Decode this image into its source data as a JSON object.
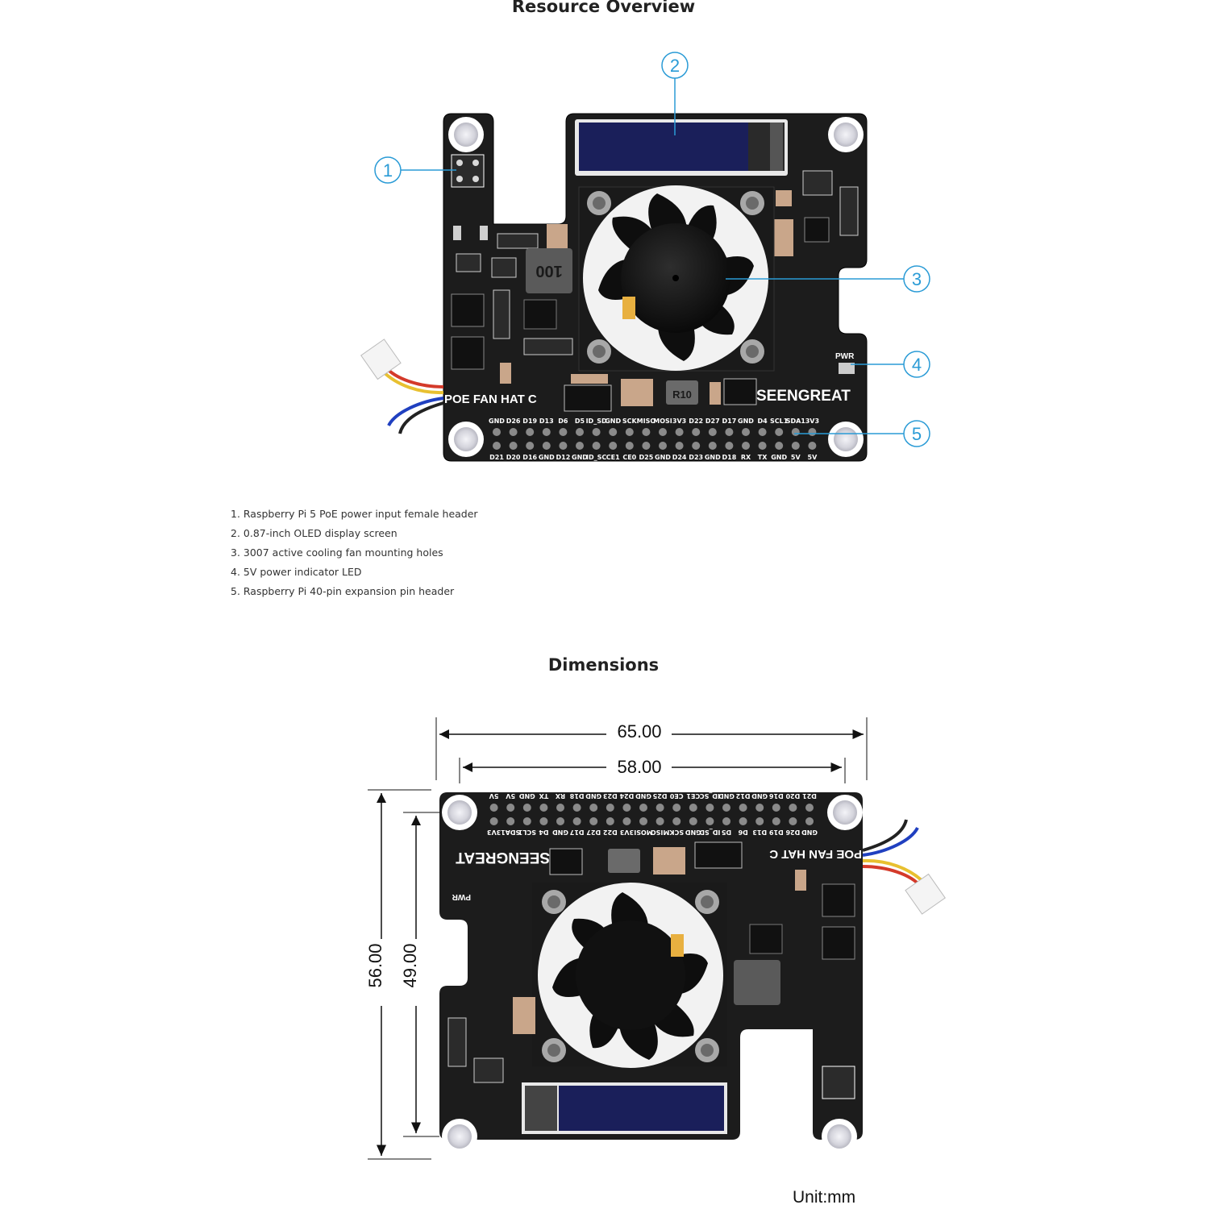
{
  "resource_overview": {
    "title": "Resource Overview",
    "callouts": [
      "1",
      "2",
      "3",
      "4",
      "5"
    ],
    "board": {
      "product_label": "POE FAN HAT C",
      "brand_label": "SEENGREAT",
      "pwr_label": "PWR",
      "inductor_label": "100",
      "resistor_label": "R10",
      "pin_labels_top": [
        "GND",
        "D26",
        "D19",
        "D13",
        "D6",
        "D5",
        "ID_SD",
        "GND",
        "SCK",
        "MISO",
        "MOSI",
        "3V3",
        "D22",
        "D27",
        "D17",
        "GND",
        "D4",
        "SCL1",
        "SDA1",
        "3V3"
      ],
      "pin_labels_bottom": [
        "D21",
        "D20",
        "D16",
        "GND",
        "D12",
        "GND",
        "ID_SC",
        "CE1",
        "CE0",
        "D25",
        "GND",
        "D24",
        "D23",
        "GND",
        "D18",
        "RX",
        "TX",
        "GND",
        "5V",
        "5V"
      ]
    },
    "features": [
      "1. Raspberry Pi 5 PoE power input female header",
      "2. 0.87-inch OLED display screen",
      "3. 3007 active cooling fan mounting holes",
      "4. 5V power indicator LED",
      "5. Raspberry Pi 40-pin expansion pin header"
    ]
  },
  "dimensions": {
    "title": "Dimensions",
    "width_total": "65.00",
    "width_holes": "58.00",
    "height_total": "56.00",
    "height_holes": "49.00",
    "unit": "Unit:mm"
  },
  "colors": {
    "pcb": "#1c1c1c",
    "callout": "#2a9bd6",
    "oled": "#1a1f5a"
  }
}
